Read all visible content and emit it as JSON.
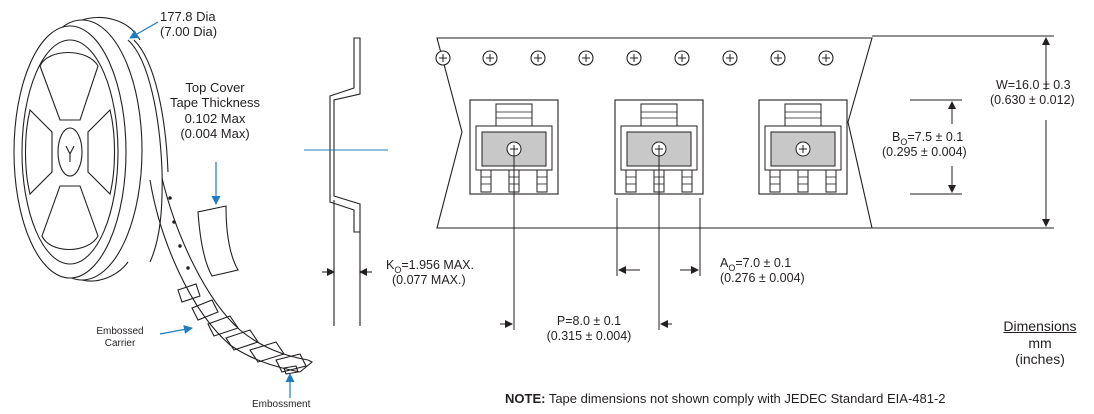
{
  "reel": {
    "diameter_mm": "177.8 Dia",
    "diameter_in": "(7.00 Dia)",
    "cover_tape_line1": "Top Cover",
    "cover_tape_line2": "Tape Thickness",
    "cover_tape_mm": "0.102 Max",
    "cover_tape_in": "(0.004 Max)",
    "embossed_line1": "Embossed",
    "embossed_line2": "Carrier",
    "embossment": "Embossment"
  },
  "ko": {
    "sym": "K",
    "sub": "O",
    "mm": "=1.956 MAX.",
    "in": "(0.077 MAX.)"
  },
  "pitch": {
    "mm": "P=8.0 ± 0.1",
    "in": "(0.315 ± 0.004)"
  },
  "ao": {
    "sym": "A",
    "sub": "O",
    "mm": "=7.0 ± 0.1",
    "in": "(0.276 ± 0.004)"
  },
  "bo": {
    "sym": "B",
    "sub": "O",
    "mm": "=7.5 ± 0.1",
    "in": "(0.295 ± 0.004)"
  },
  "width": {
    "mm": "W=16.0 ± 0.3",
    "in": "(0.630 ± 0.012)"
  },
  "units": {
    "title": "Dimensions",
    "primary": "mm",
    "secondary": "(inches)"
  },
  "note": {
    "label": "NOTE:",
    "text": " Tape dimensions not shown comply with JEDEC Standard EIA-481-2"
  },
  "colors": {
    "line": "#231f20",
    "leader": "#1d7dc0",
    "cavity": "#c8c8c8",
    "tab": "#ffffff"
  }
}
